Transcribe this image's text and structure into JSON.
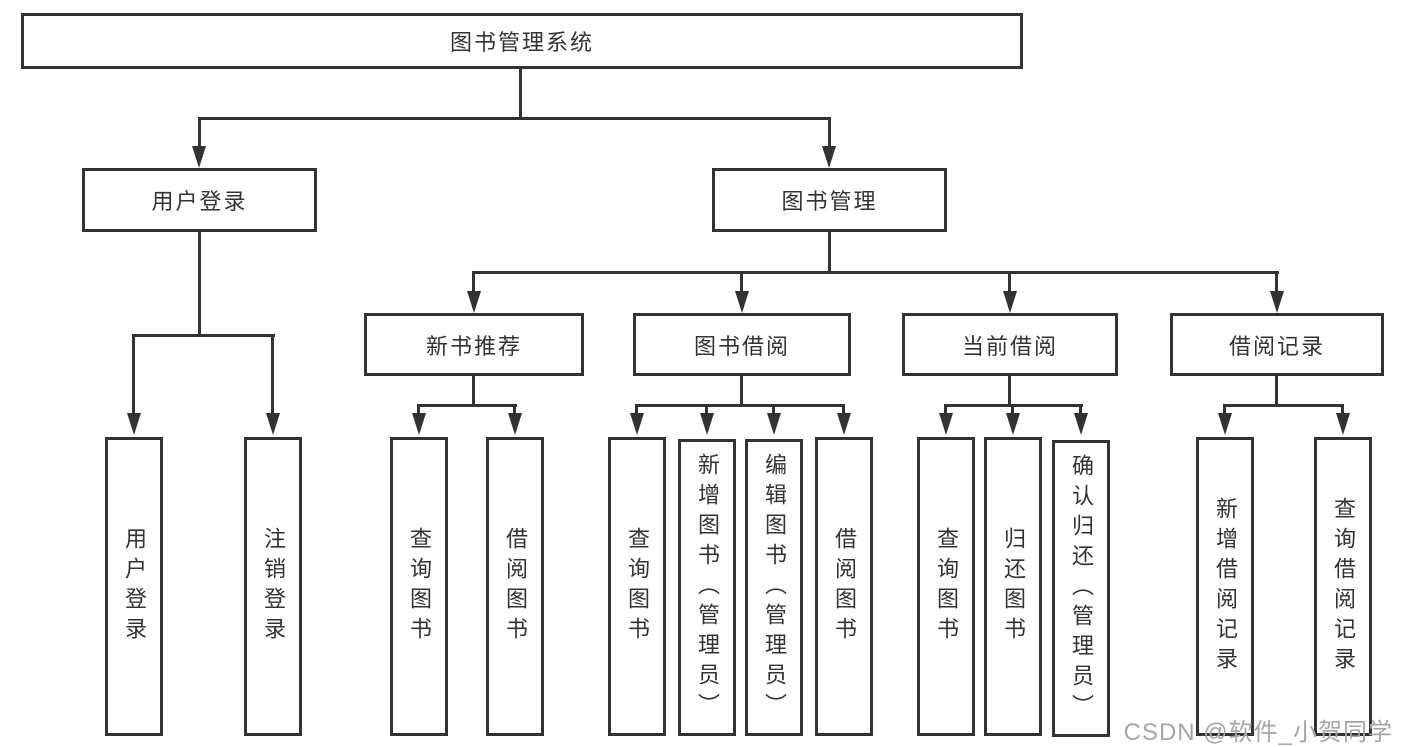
{
  "diagram": {
    "title": "图书管理系统",
    "nodes": {
      "root": "图书管理系统",
      "l1": [
        "用户登录",
        "图书管理"
      ],
      "l2": [
        "新书推荐",
        "图书借阅",
        "当前借阅",
        "借阅记录"
      ],
      "leaves": [
        "用户登录",
        "注销登录",
        "查询图书",
        "借阅图书",
        "查询图书",
        "新增图书（管理员）",
        "编辑图书（管理员）",
        "借阅图书",
        "查询图书",
        "归还图书",
        "确认归还（管理员）",
        "新增借阅记录",
        "查询借阅记录"
      ]
    },
    "colors": {
      "line": "#333333",
      "box_background": "#ffffff",
      "text": "#333333",
      "watermark": "#a6a6a6"
    }
  },
  "watermark": {
    "text": "CSDN @软件_小贺同学"
  }
}
